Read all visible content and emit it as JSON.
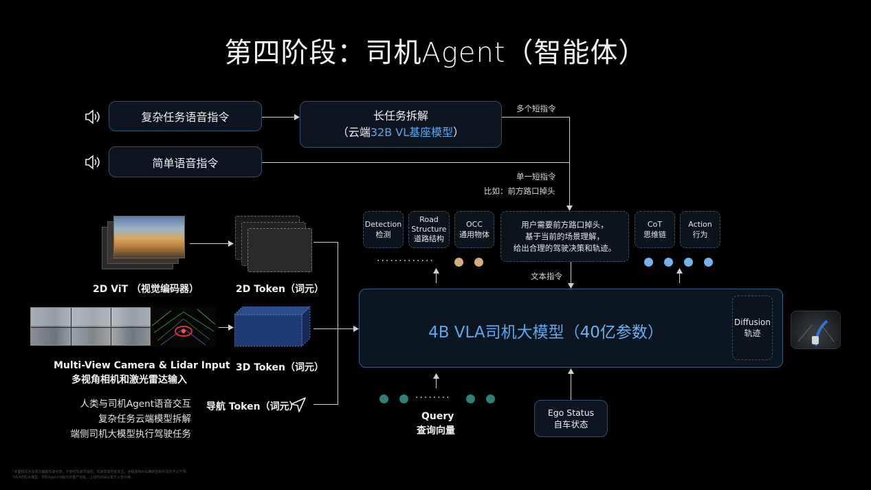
{
  "title": "第四阶段：司机Agent（智能体）",
  "voice": {
    "complex": "复杂任务语音指令",
    "simple": "简单语音指令"
  },
  "long_task": {
    "line1": "长任务拆解",
    "line2_prefix": "（云端",
    "line2_accent": "32B VL基座模型",
    "line2_suffix": "）"
  },
  "labels": {
    "multi_short": "多个短指令",
    "single_short": "单一短指令",
    "example": "比如：前方路口掉头",
    "text_instr": "文本指令"
  },
  "heads": [
    {
      "l1": "Detection",
      "l2": "检测"
    },
    {
      "l1": "Road",
      "l2": "Structure",
      "l3": "道路结构"
    },
    {
      "l1": "OCC",
      "l2": "通用物体"
    }
  ],
  "scene": {
    "l1": "用户需要前方路口掉头，",
    "l2": "基于当前的场景理解，",
    "l3": "给出合理的驾驶决策和轨迹。"
  },
  "right_heads": [
    {
      "l1": "CoT",
      "l2": "思维链"
    },
    {
      "l1": "Action",
      "l2": "行为"
    }
  ],
  "inputs": {
    "vit": "2D ViT （视觉编码器）",
    "token2d": "2D Token（词元）",
    "token3d": "3D Token（词元）",
    "camera_en": "Multi-View Camera & Lidar Input",
    "camera_cn": "多视角相机和激光雷达输入",
    "nav": "导航 Token（词元）"
  },
  "bullets": [
    "人类与司机Agent语音交互",
    "复杂任务云端模型拆解",
    "端侧司机大模型执行驾驶任务"
  ],
  "vla": {
    "prefix": "4B VLA司机大模型（",
    "accent": "40亿参数",
    "suffix": "）"
  },
  "diffusion": {
    "l1": "Diffusion",
    "l2": "轨迹"
  },
  "query": {
    "l1": "Query",
    "l2": "查询向量"
  },
  "ego": {
    "l1": "Ego Status",
    "l2": "自车状态"
  },
  "dots_text": "·············",
  "dots_short": "········",
  "colors": {
    "accent_blue": "#5aa8ee",
    "tan": "#d7ad7a",
    "light_blue": "#74b2ec",
    "teal": "#2e7f78"
  },
  "footnote": {
    "l1": "*本图相关涉及原方辅助驾驶示意，不替代驾驶员操控。驾驶员需时刻关注，全程保持对车辆的控制并及时予以干预。",
    "l2": "*VLA司机大模型、司机Agent功能为非量产功能，上线时间请以官方公告为准。"
  }
}
